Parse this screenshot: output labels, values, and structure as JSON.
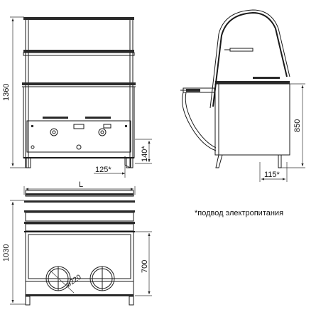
{
  "dimensions": {
    "front_height": "1360",
    "front_lower_height": "140*",
    "front_lower_offset": "125*",
    "side_height": "850",
    "side_offset": "115*",
    "plan_width": "L",
    "plan_depth": "1030",
    "plan_inner_depth": "700",
    "burner_diameter": "⌀220"
  },
  "note": "*подвод электропитания",
  "colors": {
    "line": "#1a1a1a",
    "background": "#ffffff"
  }
}
